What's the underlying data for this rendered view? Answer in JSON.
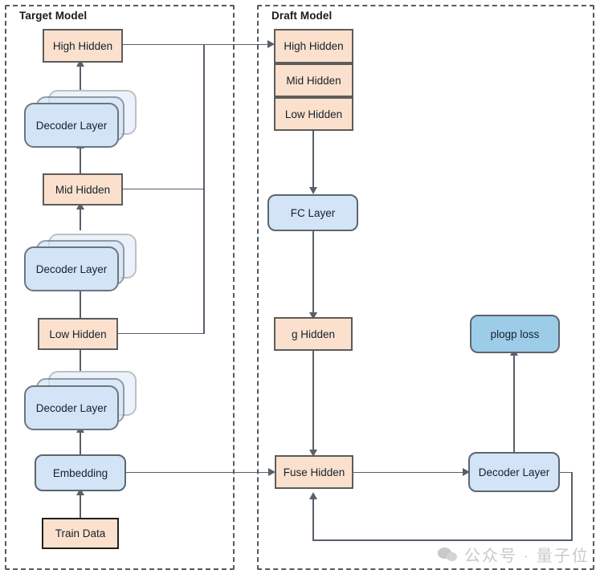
{
  "diagram": {
    "title_target": "Target Model",
    "title_draft": "Draft Model",
    "groups": [
      {
        "name": "target-model-group",
        "label": "Target Model"
      },
      {
        "name": "draft-model-group",
        "label": "Draft Model"
      }
    ],
    "target_model": {
      "label": "Target Model",
      "nodes": [
        {
          "id": "t-high-hidden",
          "label": "High Hidden",
          "shape": "rect",
          "fill": "#fbe1cd"
        },
        {
          "id": "t-decoder-top",
          "label": "Decoder Layer",
          "shape": "stack",
          "fill": "#d3e4f7"
        },
        {
          "id": "t-mid-hidden",
          "label": "Mid Hidden",
          "shape": "rect",
          "fill": "#fbe1cd"
        },
        {
          "id": "t-decoder-mid",
          "label": "Decoder Layer",
          "shape": "stack",
          "fill": "#d3e4f7"
        },
        {
          "id": "t-low-hidden",
          "label": "Low Hidden",
          "shape": "rect",
          "fill": "#fbe1cd"
        },
        {
          "id": "t-decoder-bottom",
          "label": "Decoder Layer",
          "shape": "stack",
          "fill": "#d3e4f7"
        },
        {
          "id": "t-embedding",
          "label": "Embedding",
          "shape": "round",
          "fill": "#d3e4f7"
        },
        {
          "id": "t-train-data",
          "label": "Train Data",
          "shape": "rect",
          "fill": "#fbe1cd"
        }
      ]
    },
    "draft_model": {
      "label": "Draft Model",
      "nodes": [
        {
          "id": "d-high-hidden",
          "label": "High Hidden",
          "shape": "rect",
          "fill": "#fbe1cd"
        },
        {
          "id": "d-mid-hidden",
          "label": "Mid Hidden",
          "shape": "rect",
          "fill": "#fbe1cd"
        },
        {
          "id": "d-low-hidden",
          "label": "Low Hidden",
          "shape": "rect",
          "fill": "#fbe1cd"
        },
        {
          "id": "d-fc-layer",
          "label": "FC Layer",
          "shape": "round",
          "fill": "#d3e4f7"
        },
        {
          "id": "d-g-hidden",
          "label": "g Hidden",
          "shape": "rect",
          "fill": "#fbe1cd"
        },
        {
          "id": "d-fuse-hidden",
          "label": "Fuse Hidden",
          "shape": "rect",
          "fill": "#fbe1cd"
        },
        {
          "id": "d-decoder",
          "label": "Decoder Layer",
          "shape": "round",
          "fill": "#d3e4f7"
        },
        {
          "id": "d-plogp-loss",
          "label": "plogp loss",
          "shape": "round",
          "fill": "#9dcce9"
        }
      ]
    },
    "colors": {
      "hidden_fill": "#fbe1cd",
      "layer_fill": "#d3e4f7",
      "loss_fill": "#9dcce9",
      "stroke": "#5c5c5c",
      "edge": "#58606a",
      "group_border": "#555a5e",
      "text": "#16212b"
    }
  },
  "watermark": {
    "text": "公众号 · 量子位",
    "icon": "wechat-logo"
  }
}
